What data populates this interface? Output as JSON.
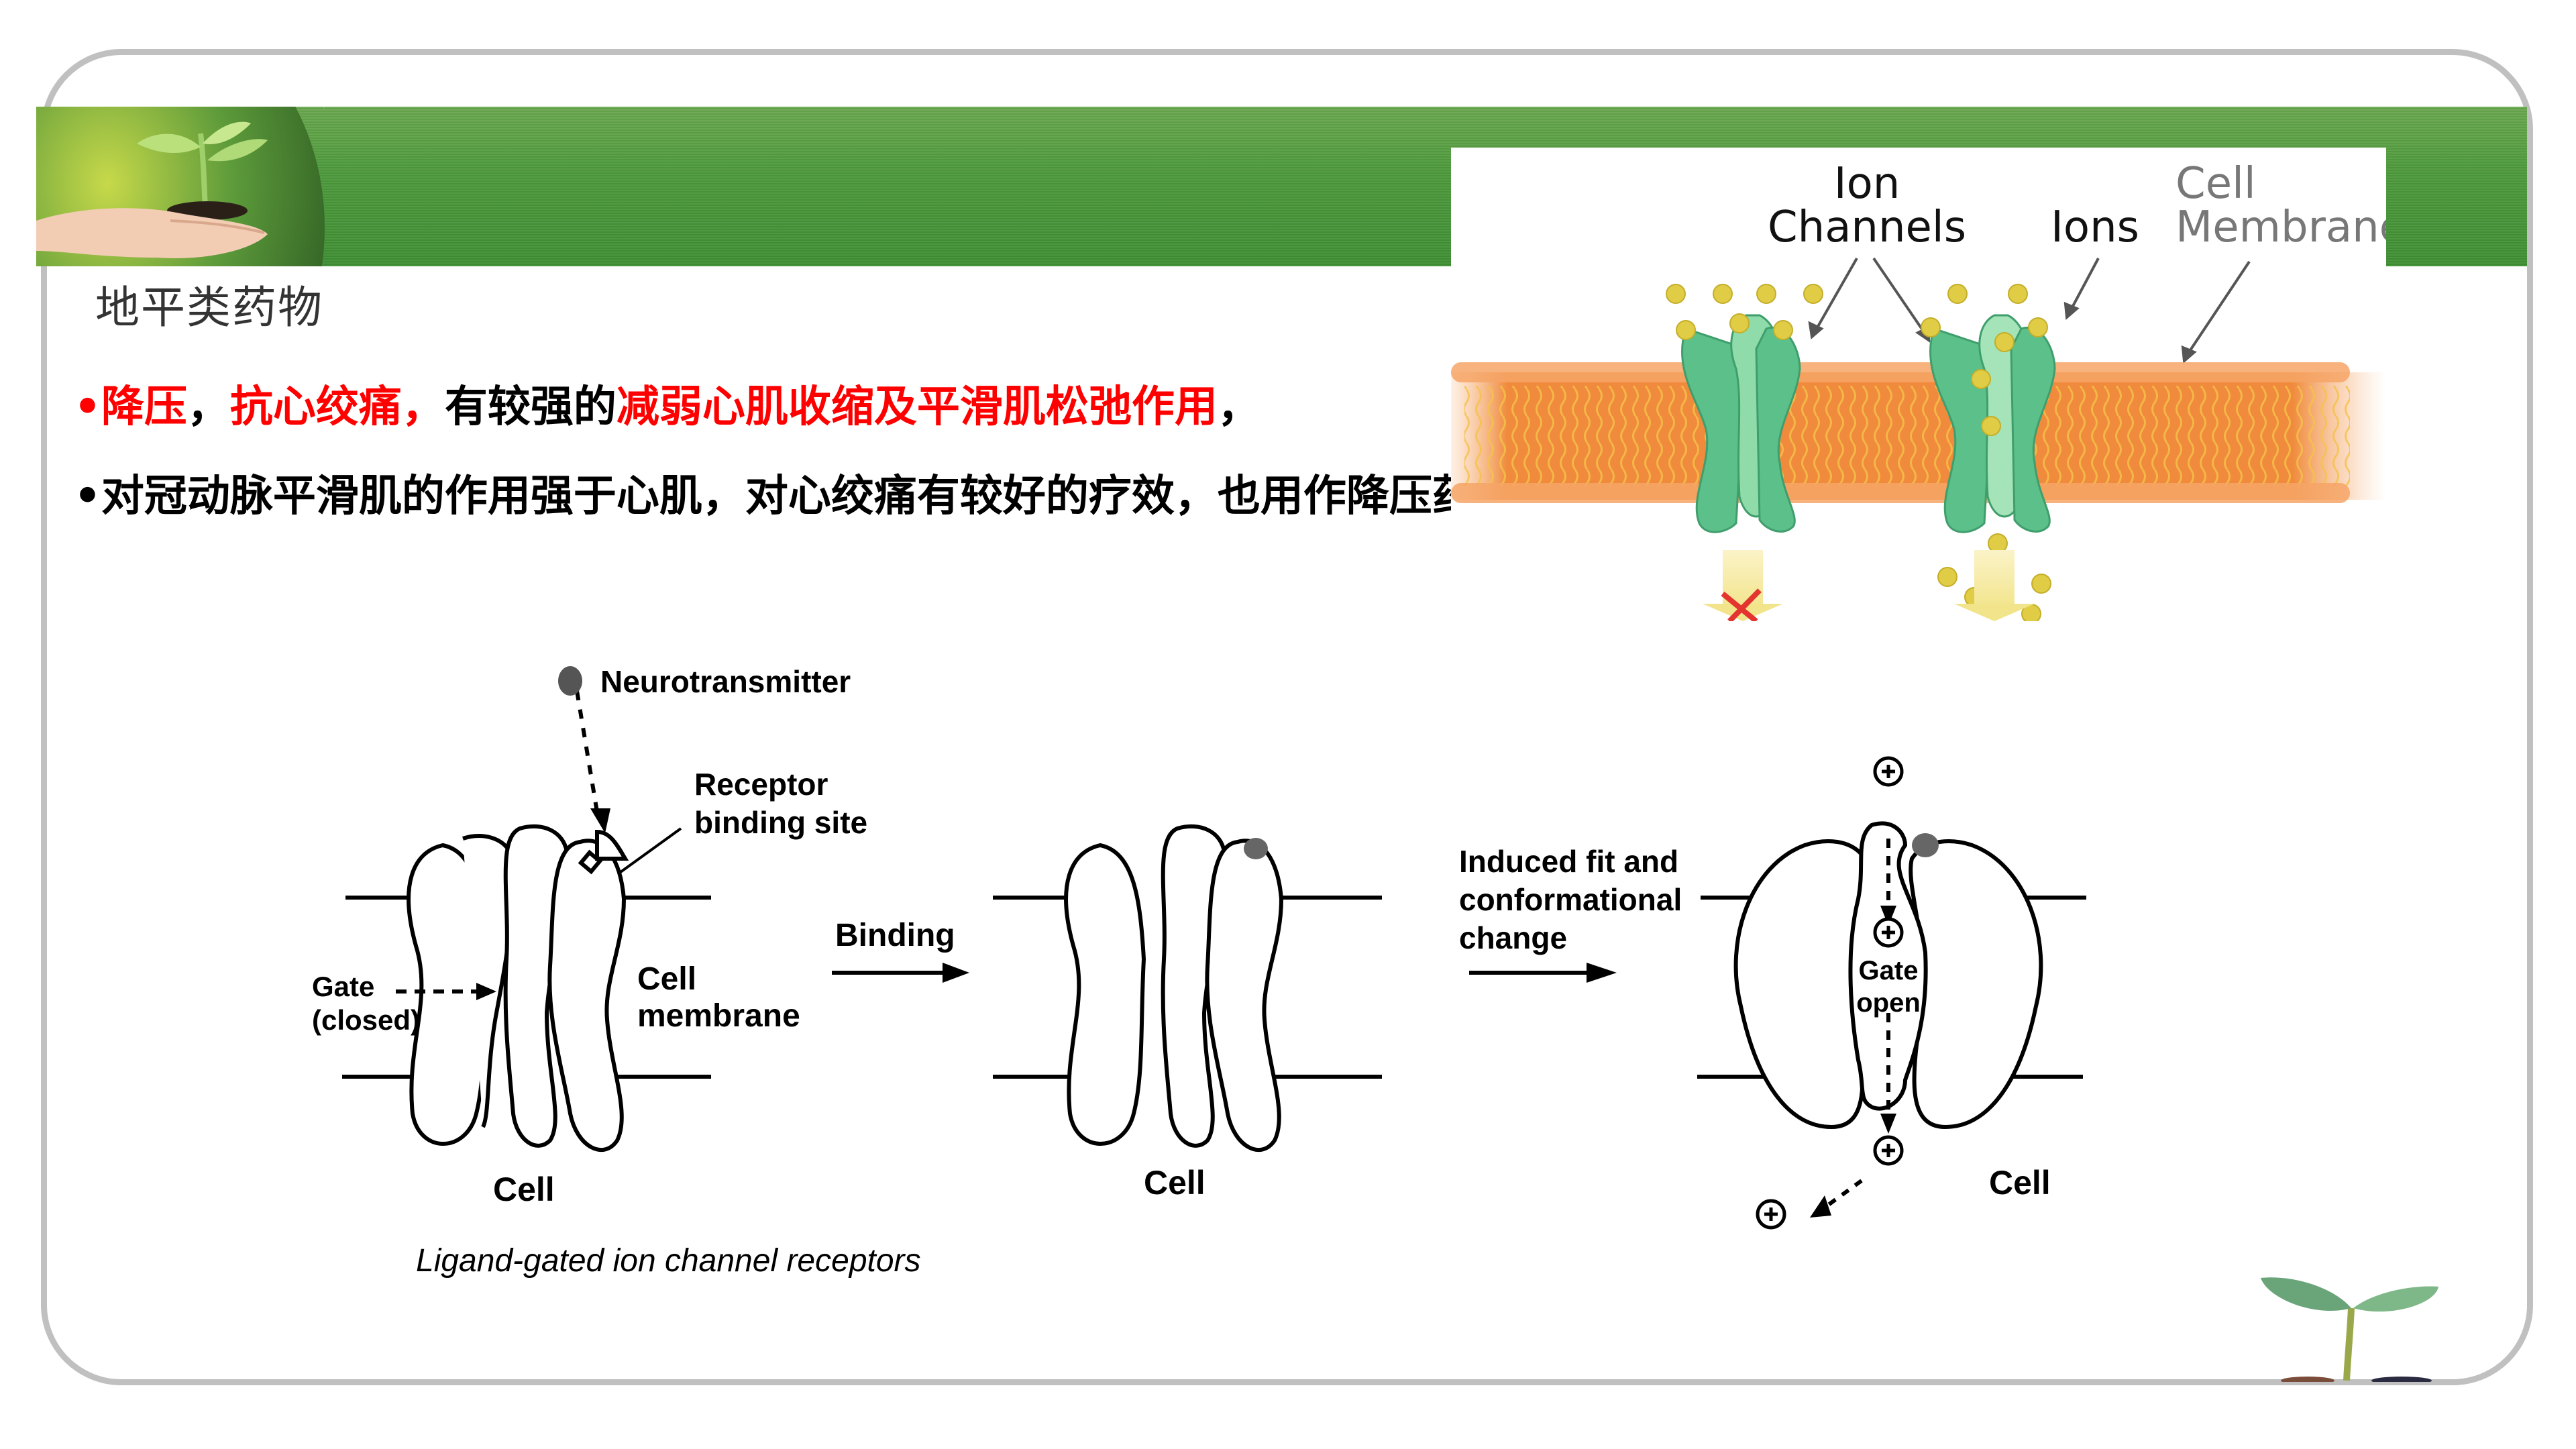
{
  "slide": {
    "title": "地平类药物",
    "bullets": [
      {
        "segments": [
          {
            "text": "•降压",
            "color": "#ff0000"
          },
          {
            "text": "，",
            "color": "#000000"
          },
          {
            "text": "抗心绞痛，",
            "color": "#ff0000"
          },
          {
            "text": "有较强的",
            "color": "#000000"
          },
          {
            "text": "减弱心肌收缩及平滑肌松弛作用",
            "color": "#ff0000"
          },
          {
            "text": "，",
            "color": "#000000"
          }
        ]
      },
      {
        "segments": [
          {
            "text": "•对冠动脉平滑肌的作用强于心肌，对心绞痛有较好的疗效，也用作降压药。",
            "color": "#000000"
          }
        ]
      }
    ]
  },
  "ion_figure": {
    "labels": {
      "ion_channels_line1": "Ion",
      "ion_channels_line2": "Channels",
      "ions": "Ions",
      "cell_membrane_line1": "Cell",
      "cell_membrane_line2": "Membrane"
    },
    "colors": {
      "membrane": "#f0883a",
      "channel": "#6fcf97",
      "ion": "#e3d24a",
      "blocked_mark": "#e3342f"
    }
  },
  "lower_diagram": {
    "neurotransmitter": "Neurotransmitter",
    "receptor_binding_site_line1": "Receptor",
    "receptor_binding_site_line2": "binding site",
    "gate_closed_line1": "Gate",
    "gate_closed_line2": "(closed)",
    "cell_membrane_line1": "Cell",
    "cell_membrane_line2": "membrane",
    "binding": "Binding",
    "induced_line1": "Induced fit and",
    "induced_line2": "conformational",
    "induced_line3": "change",
    "gate_open_line1": "Gate",
    "gate_open_line2": "open",
    "cell_1": "Cell",
    "cell_2": "Cell",
    "cell_3": "Cell",
    "caption": "Ligand-gated ion channel receptors"
  },
  "theme": {
    "banner_green": "#4e9a3c",
    "frame_gray": "#c0c0c0"
  }
}
